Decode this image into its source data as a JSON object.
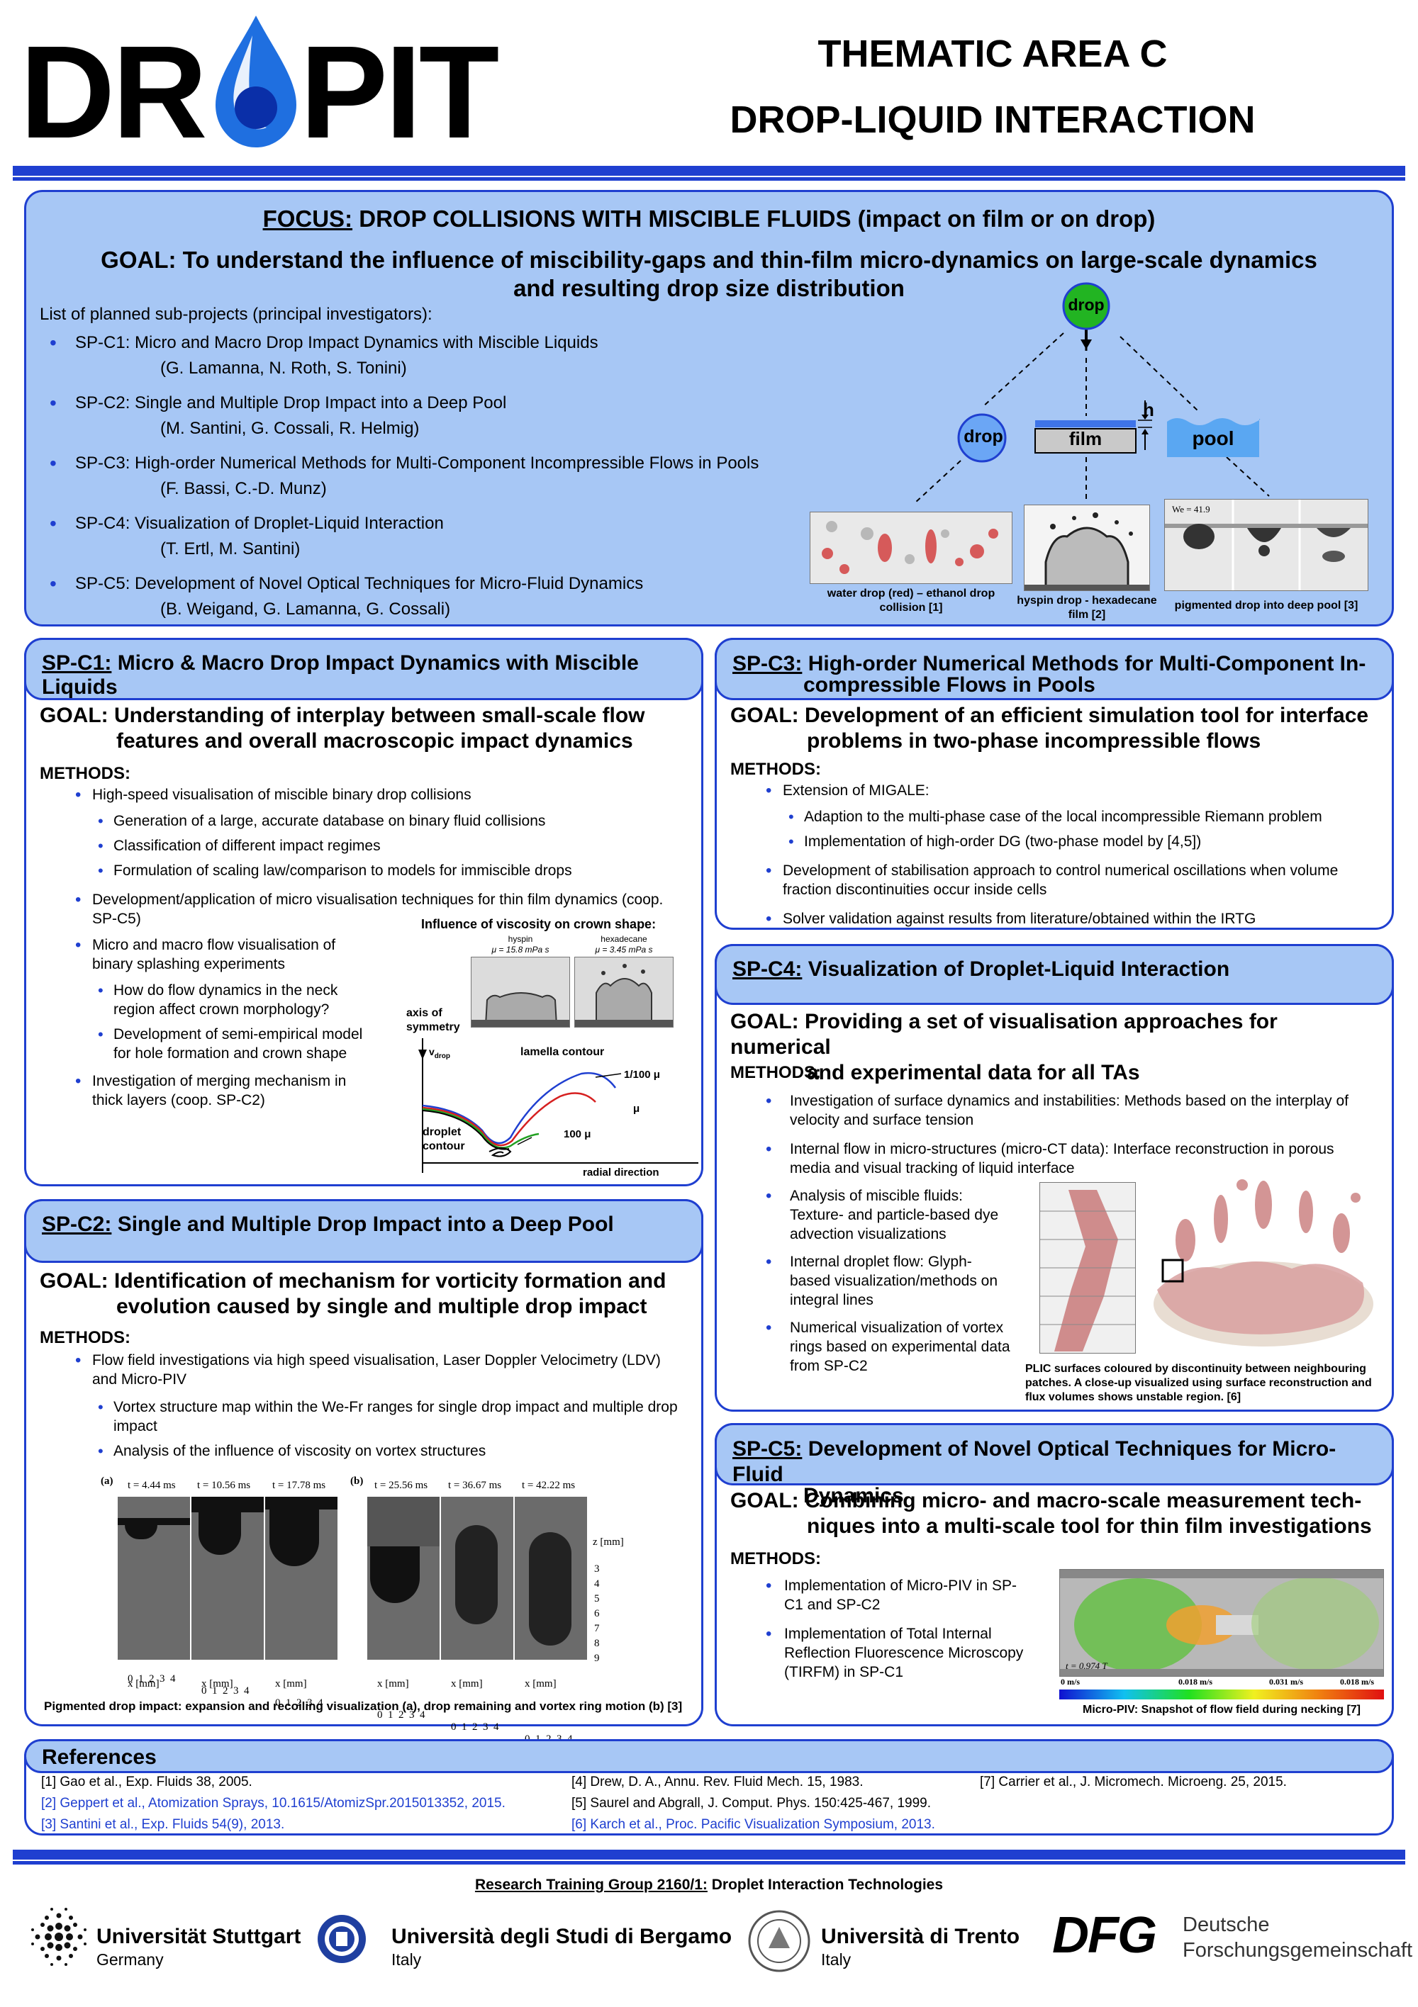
{
  "header": {
    "logo": "DROPIT",
    "logo_left": "DR",
    "logo_right": "PIT",
    "title1": "THEMATIC  AREA  C",
    "title2": "DROP-LIQUID  INTERACTION"
  },
  "focus": {
    "focus_label": "FOCUS:",
    "focus_text": " DROP  COLLISIONS  WITH  MISCIBLE  FLUIDS  (impact on film or on drop)",
    "goal_line1": "GOAL: To understand the influence of miscibility-gaps and thin-film micro-dynamics on large-scale dynamics",
    "goal_line2": "and resulting drop size distribution",
    "list_title": "List of planned sub-projects (principal investigators):",
    "projects": [
      {
        "title": "SP-C1: Micro and Macro Drop Impact Dynamics with Miscible Liquids",
        "pis": "(G. Lamanna, N. Roth, S. Tonini)"
      },
      {
        "title": "SP-C2: Single and Multiple Drop Impact into a Deep Pool",
        "pis": "(M. Santini, G. Cossali, R. Helmig)"
      },
      {
        "title": "SP-C3: High-order Numerical Methods for Multi-Component Incompressible Flows in Pools",
        "pis": "(F. Bassi, C.-D. Munz)"
      },
      {
        "title": "SP-C4: Visualization of Droplet-Liquid Interaction",
        "pis": "(T. Ertl, M. Santini)"
      },
      {
        "title": "SP-C5: Development of Novel Optical Techniques for Micro-Fluid Dynamics",
        "pis": "(B. Weigand, G. Lamanna, G. Cossali)"
      }
    ],
    "diagram": {
      "drop_top": "drop",
      "drop_left": "drop",
      "film": "film",
      "pool": "pool",
      "h": "h"
    },
    "captions": [
      "water drop (red) – ethanol drop collision [1]",
      "hyspin drop - hexadecane film [2]",
      "pigmented drop into deep pool [3]"
    ],
    "we_label": "We = 41.9"
  },
  "c1": {
    "label": "SP-C1:",
    "title": " Micro & Macro Drop Impact Dynamics with Miscible Liquids",
    "goal1": "GOAL:  Understanding of interplay between small-scale flow",
    "goal2": "features and overall macroscopic impact dynamics",
    "methods": "METHODS:",
    "b1": "High-speed visualisation of miscible binary drop collisions",
    "b1a": "Generation of a large, accurate database on binary fluid collisions",
    "b1b": "Classification of different impact regimes",
    "b1c": "Formulation of scaling law/comparison to models for immiscible drops",
    "b2": "Development/application of micro visualisation techniques for thin film dynamics (coop. SP-C5)",
    "b3": "Micro and macro flow visualisation of binary splashing experiments",
    "b3a": "How do flow dynamics in the neck region affect crown morphology?",
    "b3b": "Development of semi-empirical model for hole formation and crown shape",
    "b4": "Investigation of merging mechanism in thick layers (coop. SP-C2)",
    "fig_title": "Influence of viscosity on crown shape:",
    "hyspin": "hyspin",
    "hyspin_mu": "μ = 15.8 mPa s",
    "hexadecane": "hexadecane",
    "hexadecane_mu": "μ = 3.45 mPa s",
    "axis": "axis of symmetry",
    "vdrop": "v",
    "vdrop_sub": "drop",
    "lamella": "lamella contour",
    "l1": "1/100 μ",
    "l2": "μ",
    "l3": "100 μ",
    "droplet": "droplet contour",
    "radial": "radial direction"
  },
  "c2": {
    "label": "SP-C2:",
    "title": " Single and Multiple Drop Impact into a Deep Pool",
    "goal1": "GOAL:  Identification of mechanism for vorticity formation and",
    "goal2": "evolution caused by single and multiple drop impact",
    "methods": "METHODS:",
    "b1": "Flow field investigations via high speed visualisation, Laser Doppler Velocimetry (LDV) and Micro-PIV",
    "b1a": "Vortex structure map within the We-Fr ranges for single drop impact and multiple drop impact",
    "b1b": "Analysis of the influence of viscosity on vortex structures",
    "panel_a": "(a)",
    "panel_b": "(b)",
    "times": [
      "t = 4.44 ms",
      "t = 10.56 ms",
      "t = 17.78 ms",
      "t = 25.56 ms",
      "t = 36.67 ms",
      "t = 42.22 ms"
    ],
    "zlabel": "z [mm]",
    "zticks": [
      "3",
      "4",
      "5",
      "6",
      "7",
      "8",
      "9"
    ],
    "xticks": "0  1  2  3  4",
    "xlabel": "x [mm]",
    "caption": "Pigmented drop impact: expansion and recoiling visualization (a), drop remaining and vortex ring motion (b) [3]"
  },
  "c3": {
    "label": "SP-C3:",
    "title1": " High-order Numerical Methods for Multi-Component In-",
    "title2": "compressible Flows in Pools",
    "goal1": "GOAL:  Development of an efficient simulation tool for interface",
    "goal2": "problems in two-phase incompressible flows",
    "methods": "METHODS:",
    "b1": "Extension of MIGALE:",
    "b1a": "Adaption to the multi-phase case of the local incompressible Riemann problem",
    "b1b": "Implementation of high-order DG (two-phase model by [4,5])",
    "b2": "Development of stabilisation approach to control numerical oscillations when volume fraction discontinuities occur inside cells",
    "b3": "Solver validation against results from literature/obtained within the IRTG"
  },
  "c4": {
    "label": "SP-C4:",
    "title": " Visualization of Droplet-Liquid Interaction",
    "goal1": "GOAL:  Providing a set of visualisation approaches for numerical",
    "goal2": "and experimental data for all TAs",
    "methods": "METHODS:",
    "b1": "Investigation of surface dynamics and instabilities: Methods based on the interplay of velocity and surface tension",
    "b2": "Internal flow in micro-structures (micro-CT data): Interface reconstruction in porous media and visual tracking of liquid interface",
    "b3": "Analysis of miscible fluids: Texture- and particle-based dye advection visualizations",
    "b4": "Internal droplet flow: Glyph-based visualization/methods on integral lines",
    "b5": "Numerical visualization of vortex rings based on experimental data from SP-C2",
    "caption": "PLIC surfaces coloured by discontinuity between neighbouring patches. A close-up visualized using surface reconstruction and flux volumes shows unstable region. [6]"
  },
  "c5": {
    "label": "SP-C5:",
    "title1": " Development of Novel Optical Techniques for Micro-Fluid",
    "title2": "Dynamics",
    "goal1": "GOAL:  Combining micro- and macro-scale measurement tech-",
    "goal2": "niques into a multi-scale tool for thin film investigations",
    "methods": "METHODS:",
    "b1": "Implementation of Micro-PIV in SP-C1 and SP-C2",
    "b2": "Implementation of Total Internal Reflection Fluorescence Microscopy (TIRFM) in SP-C1",
    "time": "t = 0.974 T",
    "scale": [
      "0 m/s",
      "0.018 m/s",
      "0.031 m/s",
      "0.018 m/s"
    ],
    "caption": "Micro-PIV: Snapshot of flow field during necking [7]"
  },
  "references": {
    "title": "References",
    "r1": "[1] Gao et al., Exp. Fluids 38, 2005.",
    "r2": "[2] Geppert et al., Atomization Sprays, 10.1615/AtomizSpr.2015013352, 2015.",
    "r3": "[3] Santini et al., Exp. Fluids 54(9), 2013.",
    "r4": "[4] Drew, D. A., Annu. Rev. Fluid Mech. 15, 1983.",
    "r5": "[5] Saurel and Abgrall, J. Comput. Phys. 150:425-467, 1999.",
    "r6": "[6] Karch et al., Proc. Pacific Visualization Symposium, 2013.",
    "r7": "[7] Carrier et al., J. Micromech. Microeng. 25, 2015."
  },
  "footer": {
    "rtg_label": "Research Training Group 2160/1:",
    "rtg_text": " Droplet Interaction Technologies",
    "uni1": "Universität Stuttgart",
    "uni1_country": "Germany",
    "uni2": "Università degli Studi di Bergamo",
    "uni2_country": "Italy",
    "uni3": "Università di Trento",
    "uni3_country": "Italy",
    "dfg": "DFG",
    "dfg1": "Deutsche",
    "dfg2": "Forschungsgemeinschaft"
  },
  "colors": {
    "accent": "#1f3fd0",
    "panel": "#a7c7f5",
    "drop_green": "#22b422"
  }
}
